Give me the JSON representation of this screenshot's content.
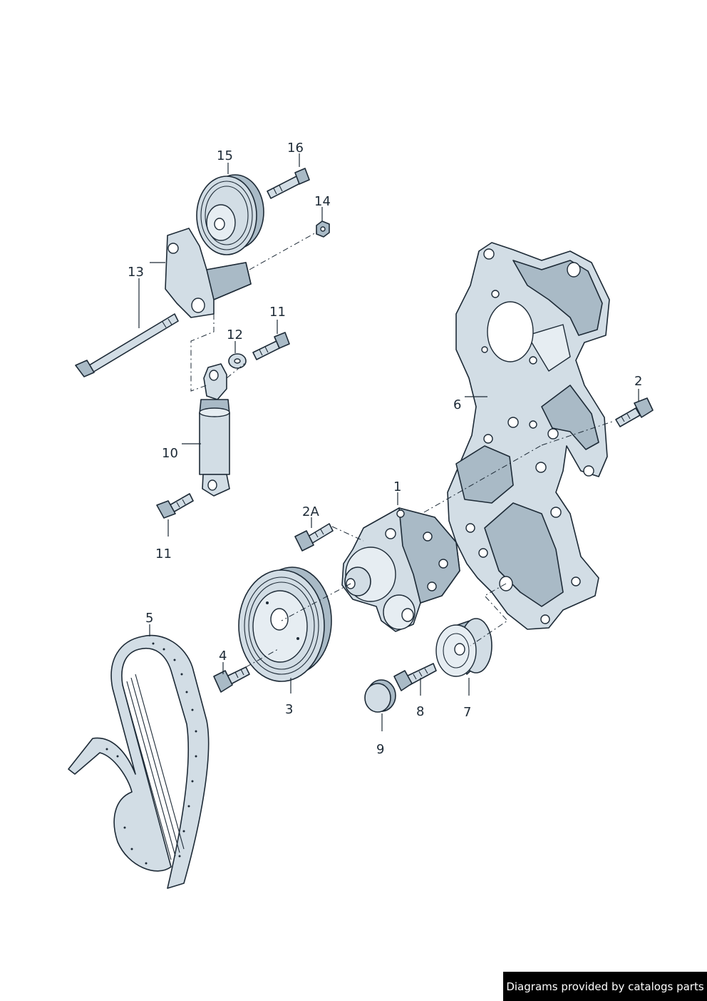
{
  "callouts": [
    {
      "id": "c1",
      "label": "1"
    },
    {
      "id": "c2",
      "label": "2"
    },
    {
      "id": "c2a",
      "label": "2A"
    },
    {
      "id": "c3",
      "label": "3"
    },
    {
      "id": "c4",
      "label": "4"
    },
    {
      "id": "c5",
      "label": "5"
    },
    {
      "id": "c6",
      "label": "6"
    },
    {
      "id": "c7",
      "label": "7"
    },
    {
      "id": "c8",
      "label": "8"
    },
    {
      "id": "c9",
      "label": "9"
    },
    {
      "id": "c10",
      "label": "10"
    },
    {
      "id": "c11a",
      "label": "11"
    },
    {
      "id": "c11b",
      "label": "11"
    },
    {
      "id": "c12",
      "label": "12"
    },
    {
      "id": "c13",
      "label": "13"
    },
    {
      "id": "c14",
      "label": "14"
    },
    {
      "id": "c15",
      "label": "15"
    },
    {
      "id": "c16",
      "label": "16"
    }
  ],
  "credit": "Diagrams provided by catalogs parts"
}
